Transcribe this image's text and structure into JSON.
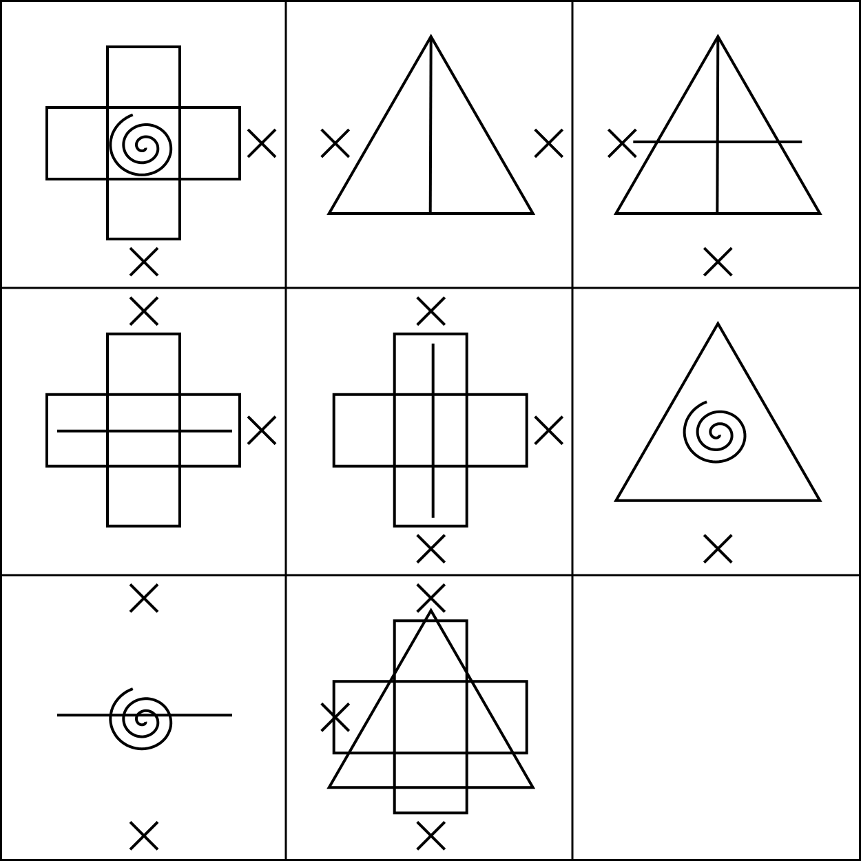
{
  "puzzle": {
    "rows": 3,
    "cols": 3,
    "stroke_color": "#000000",
    "background": "#ffffff",
    "cells": [
      {
        "row": 1,
        "col": 1,
        "shapes": [
          "plus-cross",
          "spiral"
        ],
        "marks": [
          "right",
          "bottom"
        ]
      },
      {
        "row": 1,
        "col": 2,
        "shapes": [
          "triangle",
          "vertical-line"
        ],
        "marks": [
          "left",
          "right"
        ]
      },
      {
        "row": 1,
        "col": 3,
        "shapes": [
          "triangle",
          "vertical-line",
          "horizontal-line"
        ],
        "marks": [
          "left",
          "bottom"
        ]
      },
      {
        "row": 2,
        "col": 1,
        "shapes": [
          "plus-cross",
          "horizontal-line"
        ],
        "marks": [
          "top",
          "right"
        ]
      },
      {
        "row": 2,
        "col": 2,
        "shapes": [
          "plus-cross",
          "vertical-line"
        ],
        "marks": [
          "top",
          "right",
          "bottom"
        ]
      },
      {
        "row": 2,
        "col": 3,
        "shapes": [
          "triangle",
          "spiral"
        ],
        "marks": [
          "bottom"
        ]
      },
      {
        "row": 3,
        "col": 1,
        "shapes": [
          "spiral",
          "horizontal-line"
        ],
        "marks": [
          "top",
          "bottom"
        ]
      },
      {
        "row": 3,
        "col": 2,
        "shapes": [
          "plus-cross",
          "triangle"
        ],
        "marks": [
          "top",
          "left",
          "bottom"
        ]
      },
      {
        "row": 3,
        "col": 3,
        "shapes": [],
        "marks": [],
        "empty": true
      }
    ]
  }
}
